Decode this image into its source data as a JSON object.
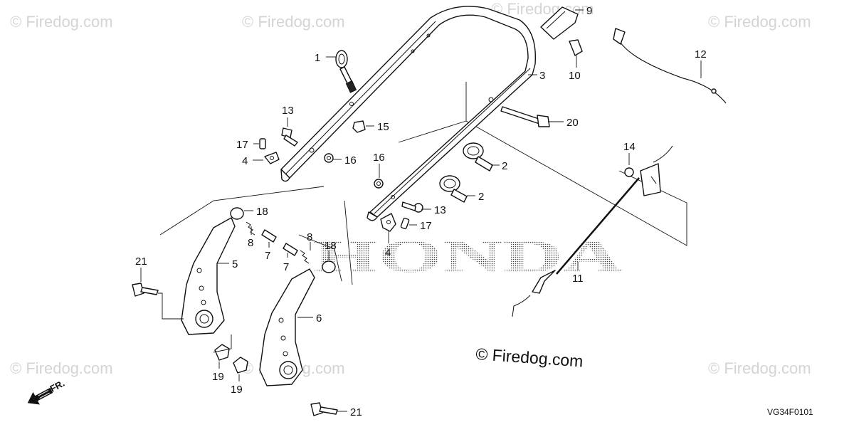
{
  "watermark": "© Firedog.com",
  "copyright": "© Firedog.com",
  "brand_text": "HONDA",
  "diagram_code": "VG34F0101",
  "direction_label": "FR.",
  "callouts": [
    {
      "num": "1"
    },
    {
      "num": "2"
    },
    {
      "num": "2"
    },
    {
      "num": "3"
    },
    {
      "num": "4"
    },
    {
      "num": "4"
    },
    {
      "num": "5"
    },
    {
      "num": "6"
    },
    {
      "num": "7"
    },
    {
      "num": "7"
    },
    {
      "num": "8"
    },
    {
      "num": "8"
    },
    {
      "num": "9"
    },
    {
      "num": "10"
    },
    {
      "num": "11"
    },
    {
      "num": "12"
    },
    {
      "num": "13"
    },
    {
      "num": "13"
    },
    {
      "num": "14"
    },
    {
      "num": "15"
    },
    {
      "num": "16"
    },
    {
      "num": "16"
    },
    {
      "num": "17"
    },
    {
      "num": "17"
    },
    {
      "num": "18"
    },
    {
      "num": "18"
    },
    {
      "num": "19"
    },
    {
      "num": "19"
    },
    {
      "num": "20"
    },
    {
      "num": "21"
    },
    {
      "num": "21"
    }
  ]
}
